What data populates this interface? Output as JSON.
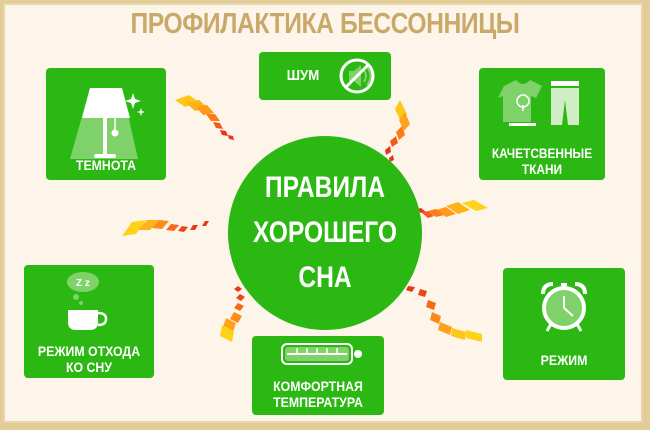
{
  "title": "ПРОФИЛАКТИКА БЕССОННИЦЫ",
  "center": {
    "lines": [
      "ПРАВИЛА",
      "ХОРОШЕГО",
      "СНА"
    ]
  },
  "items": [
    {
      "id": "darkness",
      "label": "ТЕМНОТА",
      "icon": "lamp-icon"
    },
    {
      "id": "noise",
      "label": "ШУМ",
      "icon": "muted-speaker-icon"
    },
    {
      "id": "fabrics",
      "label_lines": [
        "КАЧЕТСВЕННЫЕ",
        "ТКАНИ"
      ],
      "icon": "clothing-icon"
    },
    {
      "id": "bedtime",
      "label_lines": [
        "РЕЖИМ ОТХОДА",
        "КО СНУ"
      ],
      "icon": "cup-sleep-icon"
    },
    {
      "id": "temperature",
      "label_lines": [
        "КОМФОРТНАЯ",
        "ТЕМПЕРАТУРА"
      ],
      "icon": "thermometer-icon"
    },
    {
      "id": "schedule",
      "label": "РЕЖИМ",
      "icon": "alarm-clock-icon"
    }
  ],
  "colors": {
    "green": "#2bb812",
    "light_green": "#7fd26a",
    "title": "#c8a96a",
    "background": "#fdf5ea",
    "frame": "#e2cd99",
    "arrow_yellow": "#ffd21a",
    "arrow_red": "#e8361a"
  }
}
